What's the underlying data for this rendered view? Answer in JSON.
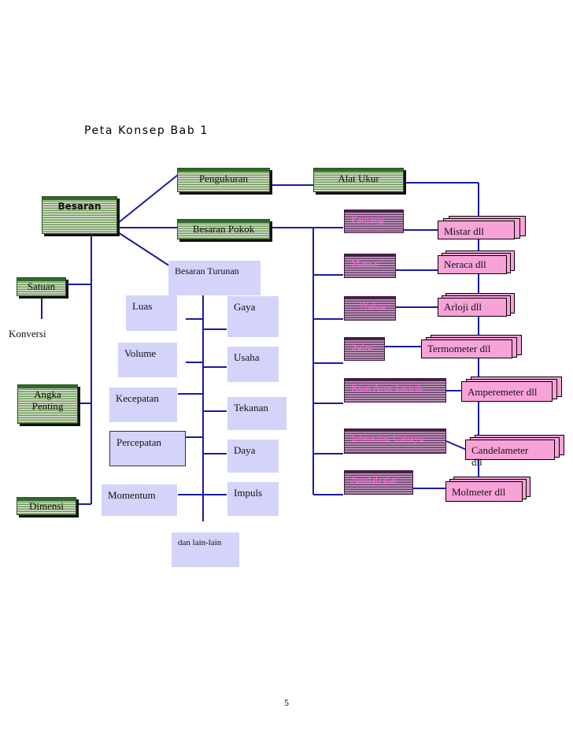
{
  "title": "Peta  Konsep Bab 1",
  "page_number": "5",
  "nodes": {
    "besaran": "Besaran",
    "pengukuran": "Pengukuran",
    "alat_ukur": "Alat Ukur",
    "besaran_pokok": "Besaran Pokok",
    "besaran_turunan": "Besaran Turunan",
    "satuan": "Satuan",
    "konversi": "Konversi",
    "angka_penting": "Angka Penting",
    "dimensi": "Dimensi",
    "derived": {
      "luas": "Luas",
      "volume": "Volume",
      "kecepatan": "Kecepatan",
      "percepatan": "Percepatan",
      "momentum": "Momentum",
      "gaya": "Gaya",
      "usaha": "Usaha",
      "tekanan": "Tekanan",
      "daya": "Daya",
      "impuls": "Impuls",
      "dan_lain_lain": "dan lain-lain"
    },
    "base_quantities": [
      "Panjang",
      "Massa",
      "Waktu",
      "Suhu",
      "Kuat Arus Listrik",
      "Intensitas Cahaya",
      "Jumlah Zat"
    ],
    "instruments": [
      "Mistar dll",
      "Neraca dll",
      "Arloji dll",
      "Termometer dll",
      "Amperemeter dll",
      "Candelameter dll",
      "Molmeter dll"
    ]
  },
  "colors": {
    "line": "#1a1aa8",
    "green_dark": "#2e6b2a",
    "purple_text": "#ff5fd7",
    "pink": "#f8a3d8",
    "lavender": "#d4d4fb"
  }
}
